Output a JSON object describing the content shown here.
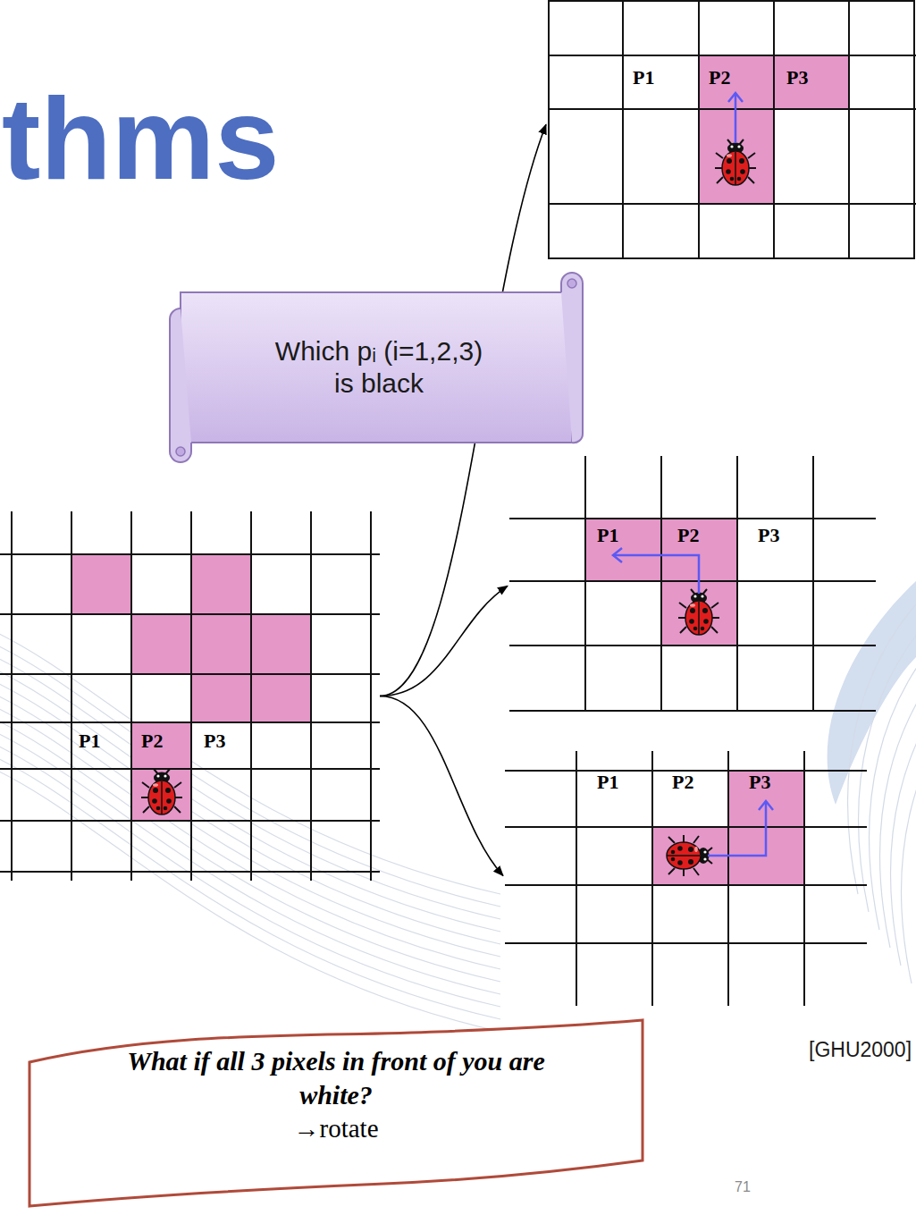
{
  "diagram": {
    "title": "thms",
    "nodes": [
      {
        "text": [
          "P1",
          "P2",
          "P3"
        ]
      },
      {
        "text": [
          "Which pᵢ (i=1,2,3) is black"
        ]
      },
      {
        "text": [
          "P1",
          "P2",
          "P3"
        ]
      },
      {
        "text": [
          "P1",
          "P2",
          "P3"
        ]
      },
      {
        "text": [
          "P1",
          "P2",
          "P3"
        ]
      },
      {
        "text": [
          "What if all 3 pixels in front of you are white?",
          "→rotate"
        ]
      }
    ],
    "edges": [
      {
        "from": 2,
        "to": 0,
        "arrow": "to"
      },
      {
        "from": 2,
        "to": 3,
        "arrow": "to"
      },
      {
        "from": 2,
        "to": 4,
        "arrow": "to"
      }
    ],
    "labels": [
      "[GHU2000]",
      "71"
    ]
  }
}
